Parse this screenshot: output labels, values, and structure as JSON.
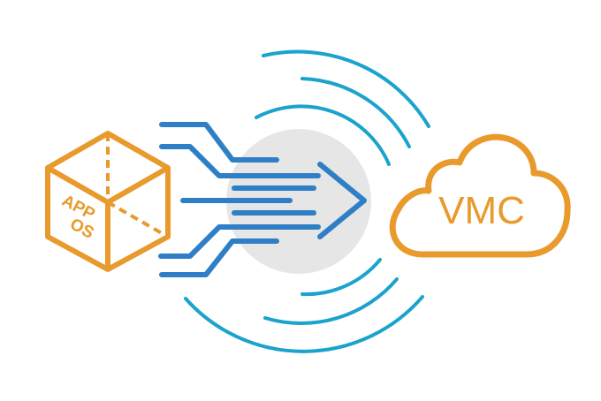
{
  "box": {
    "label_line1": "APP",
    "label_line2": "OS",
    "color": "#E89A2C"
  },
  "cloud": {
    "label": "VMC",
    "color": "#E89A2C"
  },
  "flow": {
    "arrow_color": "#2F7FC7",
    "signal_color": "#1AA3CC",
    "hub_color": "#E6E6E6"
  }
}
